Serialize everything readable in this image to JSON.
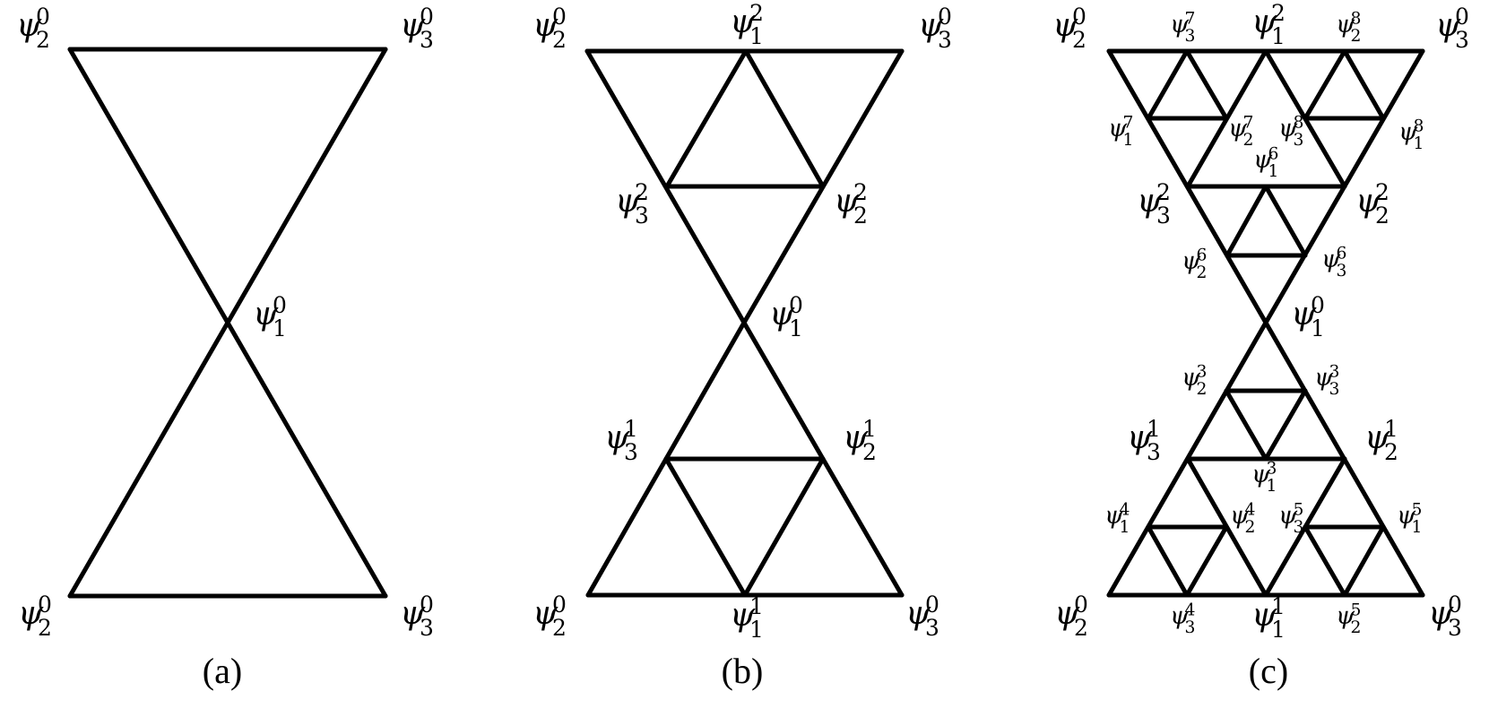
{
  "panels": [
    {
      "caption": "(a)",
      "labels": [
        {
          "symbol": "ψ",
          "sub": "2",
          "sup": "0"
        },
        {
          "symbol": "ψ",
          "sub": "3",
          "sup": "0"
        },
        {
          "symbol": "ψ",
          "sub": "1",
          "sup": "0"
        },
        {
          "symbol": "ψ",
          "sub": "2",
          "sup": "0"
        },
        {
          "symbol": "ψ",
          "sub": "3",
          "sup": "0"
        }
      ]
    },
    {
      "caption": "(b)",
      "labels": [
        {
          "symbol": "ψ",
          "sub": "2",
          "sup": "0"
        },
        {
          "symbol": "ψ",
          "sub": "1",
          "sup": "2"
        },
        {
          "symbol": "ψ",
          "sub": "3",
          "sup": "0"
        },
        {
          "symbol": "ψ",
          "sub": "3",
          "sup": "2"
        },
        {
          "symbol": "ψ",
          "sub": "2",
          "sup": "2"
        },
        {
          "symbol": "ψ",
          "sub": "1",
          "sup": "0"
        },
        {
          "symbol": "ψ",
          "sub": "3",
          "sup": "1"
        },
        {
          "symbol": "ψ",
          "sub": "2",
          "sup": "1"
        },
        {
          "symbol": "ψ",
          "sub": "2",
          "sup": "0"
        },
        {
          "symbol": "ψ",
          "sub": "1",
          "sup": "1"
        },
        {
          "symbol": "ψ",
          "sub": "3",
          "sup": "0"
        }
      ]
    },
    {
      "caption": "(c)",
      "labels": [
        {
          "symbol": "ψ",
          "sub": "2",
          "sup": "0"
        },
        {
          "symbol": "ψ",
          "sub": "3",
          "sup": "7"
        },
        {
          "symbol": "ψ",
          "sub": "1",
          "sup": "2"
        },
        {
          "symbol": "ψ",
          "sub": "2",
          "sup": "8"
        },
        {
          "symbol": "ψ",
          "sub": "3",
          "sup": "0"
        },
        {
          "symbol": "ψ",
          "sub": "1",
          "sup": "7"
        },
        {
          "symbol": "ψ",
          "sub": "2",
          "sup": "7"
        },
        {
          "symbol": "ψ",
          "sub": "3",
          "sup": "8"
        },
        {
          "symbol": "ψ",
          "sub": "1",
          "sup": "8"
        },
        {
          "symbol": "ψ",
          "sub": "1",
          "sup": "6"
        },
        {
          "symbol": "ψ",
          "sub": "3",
          "sup": "2"
        },
        {
          "symbol": "ψ",
          "sub": "2",
          "sup": "2"
        },
        {
          "symbol": "ψ",
          "sub": "2",
          "sup": "6"
        },
        {
          "symbol": "ψ",
          "sub": "3",
          "sup": "6"
        },
        {
          "symbol": "ψ",
          "sub": "1",
          "sup": "0"
        },
        {
          "symbol": "ψ",
          "sub": "2",
          "sup": "3"
        },
        {
          "symbol": "ψ",
          "sub": "3",
          "sup": "3"
        },
        {
          "symbol": "ψ",
          "sub": "3",
          "sup": "1"
        },
        {
          "symbol": "ψ",
          "sub": "2",
          "sup": "1"
        },
        {
          "symbol": "ψ",
          "sub": "1",
          "sup": "3"
        },
        {
          "symbol": "ψ",
          "sub": "1",
          "sup": "4"
        },
        {
          "symbol": "ψ",
          "sub": "2",
          "sup": "4"
        },
        {
          "symbol": "ψ",
          "sub": "3",
          "sup": "5"
        },
        {
          "symbol": "ψ",
          "sub": "1",
          "sup": "5"
        },
        {
          "symbol": "ψ",
          "sub": "2",
          "sup": "0"
        },
        {
          "symbol": "ψ",
          "sub": "3",
          "sup": "4"
        },
        {
          "symbol": "ψ",
          "sub": "1",
          "sup": "1"
        },
        {
          "symbol": "ψ",
          "sub": "2",
          "sup": "5"
        },
        {
          "symbol": "ψ",
          "sub": "3",
          "sup": "0"
        }
      ]
    }
  ]
}
